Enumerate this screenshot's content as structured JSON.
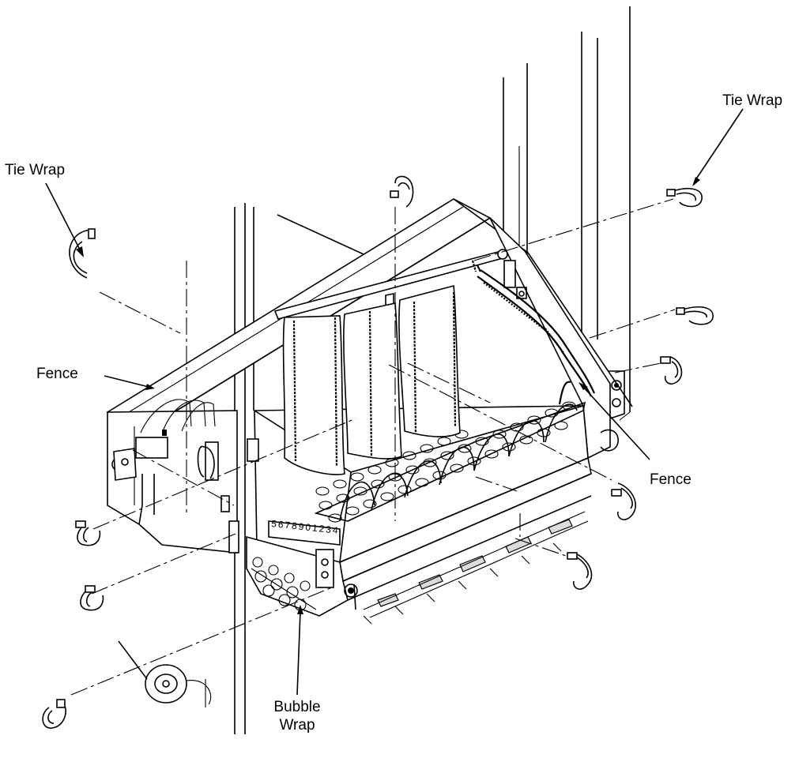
{
  "labels": {
    "tie_wrap_left": "Tie Wrap",
    "tie_wrap_right": "Tie Wrap",
    "fence_left": "Fence",
    "fence_right": "Fence",
    "bubble_wrap_line1": "Bubble",
    "bubble_wrap_line2": "Wrap",
    "scale_strip": "5678901234"
  }
}
